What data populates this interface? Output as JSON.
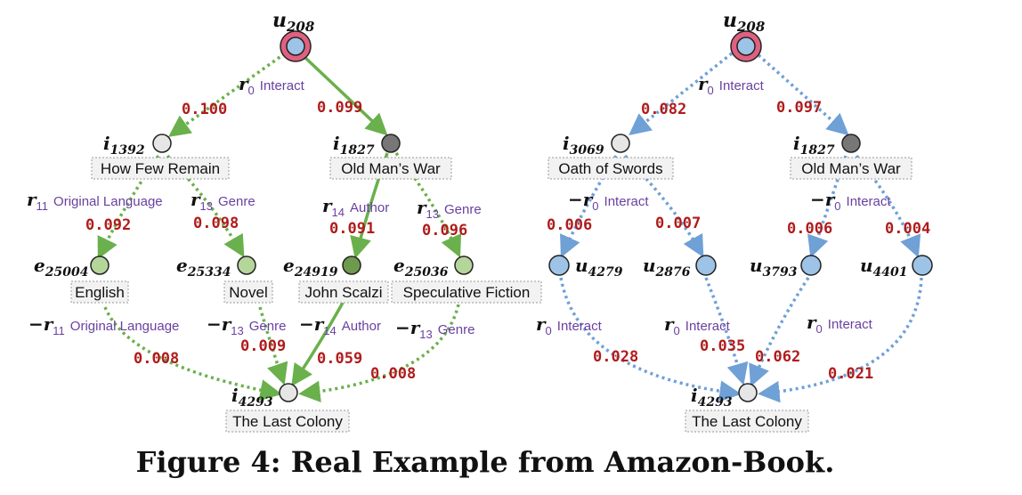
{
  "caption": "Figure 4: Real Example from Amazon-Book.",
  "colors": {
    "green_edge": "#6ab04c",
    "blue_edge": "#6fa0d6",
    "weight": "#b01c1c",
    "relation": "#6a3fa0",
    "user_ring": "#e06080",
    "user_fill": "#9dc3e6",
    "item_light": "#e6e6e6",
    "item_dark": "#777777",
    "entity_light": "#b5d69a",
    "entity_dark": "#6e9a4d",
    "user_node": "#9dc3e6"
  },
  "left": {
    "nodes": {
      "u": {
        "id_base": "u",
        "id_sub": "208"
      },
      "i1392": {
        "id_base": "i",
        "id_sub": "1392",
        "label": "How Few Remain"
      },
      "i1827": {
        "id_base": "i",
        "id_sub": "1827",
        "label": "Old Man’s War"
      },
      "e25004": {
        "id_base": "e",
        "id_sub": "25004",
        "label": "English"
      },
      "e25334": {
        "id_base": "e",
        "id_sub": "25334",
        "label": "Novel"
      },
      "e24919": {
        "id_base": "e",
        "id_sub": "24919",
        "label": "John Scalzi"
      },
      "e25036": {
        "id_base": "e",
        "id_sub": "25036",
        "label": "Speculative Fiction"
      },
      "i4293": {
        "id_base": "i",
        "id_sub": "4293",
        "label": "The Last Colony"
      }
    },
    "relations": {
      "r0": {
        "sym": "r",
        "sub": "0",
        "text": "Interact"
      },
      "r11": {
        "sym": "r",
        "sub": "11",
        "text": "Original Language"
      },
      "r13a": {
        "sym": "r",
        "sub": "13",
        "text": "Genre"
      },
      "r14": {
        "sym": "r",
        "sub": "14",
        "text": "Author"
      },
      "r13b": {
        "sym": "r",
        "sub": "13",
        "text": "Genre"
      },
      "nr11": {
        "sym": "−r",
        "sub": "11",
        "text": "Original Language"
      },
      "nr13a": {
        "sym": "−r",
        "sub": "13",
        "text": "Genre"
      },
      "nr14": {
        "sym": "−r",
        "sub": "14",
        "text": "Author"
      },
      "nr13b": {
        "sym": "−r",
        "sub": "13",
        "text": "Genre"
      }
    },
    "weights": {
      "u_i1392": "0.100",
      "u_i1827": "0.099",
      "i1392_e25004": "0.092",
      "i1392_e25334": "0.098",
      "i1827_e24919": "0.091",
      "i1827_e25036": "0.096",
      "e25004_i4293": "0.008",
      "e25334_i4293": "0.009",
      "e24919_i4293": "0.059",
      "e25036_i4293": "0.008"
    }
  },
  "right": {
    "nodes": {
      "u": {
        "id_base": "u",
        "id_sub": "208"
      },
      "i3069": {
        "id_base": "i",
        "id_sub": "3069",
        "label": "Oath of Swords"
      },
      "i1827": {
        "id_base": "i",
        "id_sub": "1827",
        "label": "Old Man’s War"
      },
      "u4279": {
        "id_base": "u",
        "id_sub": "4279"
      },
      "u2876": {
        "id_base": "u",
        "id_sub": "2876"
      },
      "u3793": {
        "id_base": "u",
        "id_sub": "3793"
      },
      "u4401": {
        "id_base": "u",
        "id_sub": "4401"
      },
      "i4293": {
        "id_base": "i",
        "id_sub": "4293",
        "label": "The Last Colony"
      }
    },
    "relations": {
      "r0": {
        "sym": "r",
        "sub": "0",
        "text": "Interact"
      },
      "nr0a": {
        "sym": "−r",
        "sub": "0",
        "text": "Interact"
      },
      "nr0b": {
        "sym": "−r",
        "sub": "0",
        "text": "Interact"
      },
      "r0a": {
        "sym": "r",
        "sub": "0",
        "text": "Interact"
      },
      "r0b": {
        "sym": "r",
        "sub": "0",
        "text": "Interact"
      },
      "r0c": {
        "sym": "r",
        "sub": "0",
        "text": "Interact"
      }
    },
    "weights": {
      "u_i3069": "0.082",
      "u_i1827": "0.097",
      "i3069_u4279": "0.006",
      "i3069_u2876": "0.007",
      "i1827_u3793": "0.006",
      "i1827_u4401": "0.004",
      "u4279_i4293": "0.028",
      "u2876_i4293": "0.035",
      "u3793_i4293": "0.062",
      "u4401_i4293": "0.021"
    }
  }
}
